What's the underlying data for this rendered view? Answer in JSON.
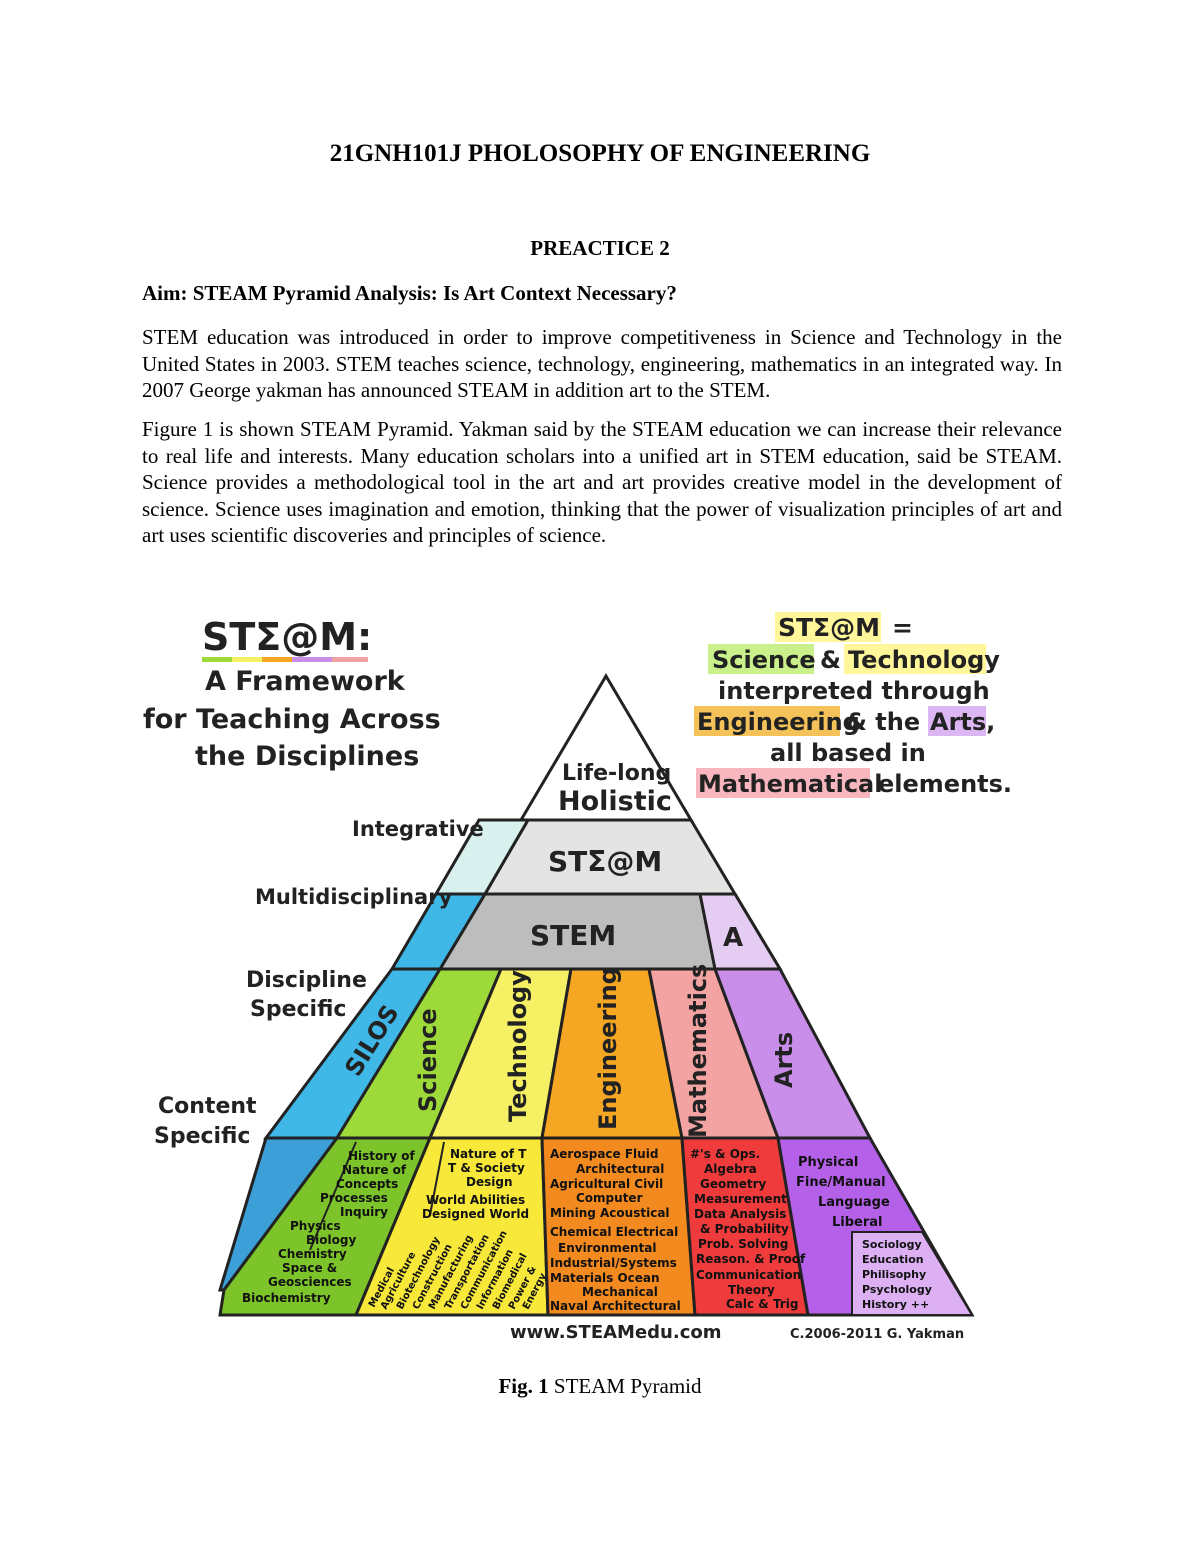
{
  "doc": {
    "title": "21GNH101J PHOLOSOPHY OF ENGINEERING",
    "practice": "PREACTICE 2",
    "aim": "Aim: STEAM Pyramid Analysis: Is Art Context Necessary?",
    "para1": "STEM education was introduced in order to improve competitiveness in Science and Technology in the United States in 2003. STEM teaches science, technology, engineering, mathematics in an integrated way. In 2007 George yakman has announced STEAM in addition art to the STEM.",
    "para2": "Figure 1 is shown STEAM Pyramid. Yakman said by the STEAM education we can increase their relevance to real life and interests. Many education scholars into a unified art in STEM education, said be STEAM. Science provides a methodological tool in the art and art provides creative model in the development of science. Science uses imagination and emotion, thinking that the power of visualization principles of art and art uses scientific discoveries and principles of science.",
    "caption_label": "Fig. 1",
    "caption_text": " STEAM Pyramid"
  },
  "figure": {
    "heading": "STΣ@M:",
    "subtitle": [
      "A Framework",
      "for Teaching Across",
      "the Disciplines"
    ],
    "definition": {
      "line1_a": "STΣ@M",
      "line1_b": "=",
      "line2_a": "Science",
      "line2_b": "&",
      "line2_c": "Technology",
      "line3": "interpreted through",
      "line4_a": "Engineering",
      "line4_b": "& the",
      "line4_c": "Arts,",
      "line5": "all based in",
      "line6_a": "Mathematical",
      "line6_b": "elements."
    },
    "levels": {
      "integrative": "Integrative",
      "multidisciplinary": "Multidisciplinary",
      "discipline_specific": [
        "Discipline",
        "Specific"
      ],
      "content_specific": [
        "Content",
        "Specific"
      ]
    },
    "tiers": {
      "top": [
        "Life-long",
        "Holistic"
      ],
      "steam": "STΣ@M",
      "stem": "STEM",
      "a": "A",
      "silos": "SILOS"
    },
    "columns": [
      "Science",
      "Technology",
      "Engineering",
      "Mathematics",
      "Arts"
    ],
    "content": {
      "science_a": [
        "History of",
        "Nature of",
        "Concepts",
        "Processes",
        "Inquiry"
      ],
      "science_b": [
        "Physics",
        "Biology",
        "Chemistry",
        "Space &",
        "Geosciences",
        "Biochemistry"
      ],
      "technology_a": [
        "Nature of T",
        "T & Society",
        "Design",
        "World Abilities",
        "Designed World"
      ],
      "technology_b": [
        "Medical",
        "Agriculture",
        "Biotechnology",
        "Construction",
        "Manufacturing",
        "Transportation",
        "Communication",
        "Information",
        "Biomedical",
        "Power &",
        "Energy"
      ],
      "engineering": [
        "Aerospace Fluid",
        "Architectural",
        "Agricultural Civil",
        "Computer",
        "Mining Acoustical",
        "Chemical Electrical",
        "Environmental",
        "Industrial/Systems",
        "Materials Ocean",
        "Mechanical",
        "Naval Architectural"
      ],
      "mathematics": [
        "#'s & Ops.",
        "Algebra",
        "Geometry",
        "Measurement",
        "Data Analysis",
        "& Probability",
        "Prob. Solving",
        "Reason. & Proof",
        "Communication",
        "Theory",
        "Calc & Trig"
      ],
      "arts_a": [
        "Physical",
        "Fine/Manual",
        "Language",
        "Liberal"
      ],
      "arts_b": [
        "Sociology",
        "Education",
        "Philisophy",
        "Psychology",
        "History ++"
      ]
    },
    "footer_url": "www.STEAMedu.com",
    "footer_credit": "C.2006-2011 G. Yakman"
  },
  "colors": {
    "science": "#9ed93a",
    "technology": "#f5f064",
    "engineering": "#f5a623",
    "mathematics": "#f4a3a3",
    "arts": "#c98ee9",
    "silos": "#3fb8e8",
    "integrative": "#d8f1ee"
  }
}
